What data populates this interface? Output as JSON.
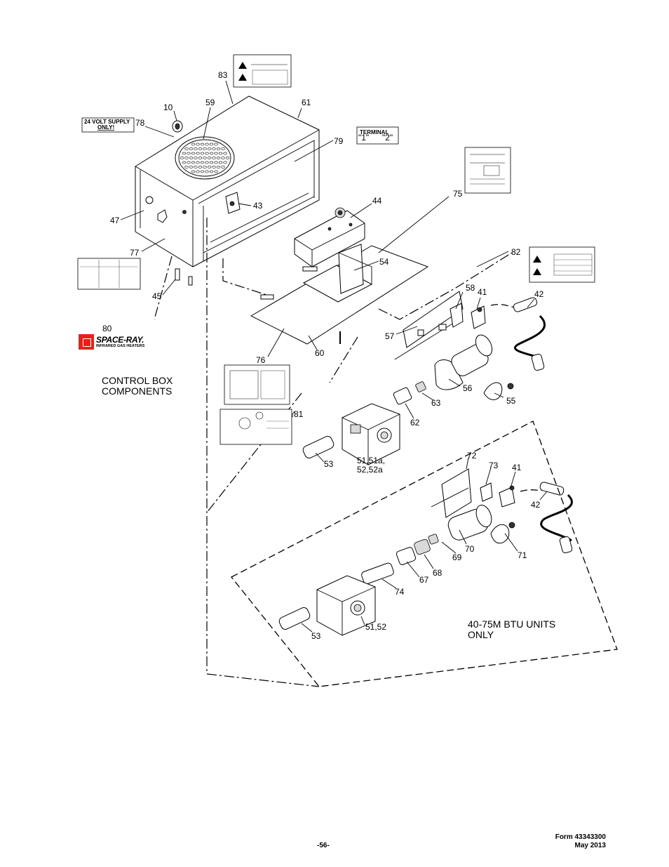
{
  "callouts": {
    "c10": "10",
    "c59": "59",
    "c83": "83",
    "c61": "61",
    "c78": "78",
    "c79": "79",
    "c47": "47",
    "c43": "43",
    "c44": "44",
    "c75": "75",
    "c77": "77",
    "c82": "82",
    "c54": "54",
    "c45": "45",
    "c58": "58",
    "c41a": "41",
    "c42a": "42",
    "c80": "80",
    "c57": "57",
    "c76": "76",
    "c60": "60",
    "c56": "56",
    "c63": "63",
    "c55": "55",
    "c81": "81",
    "c62": "62",
    "c53a": "53",
    "c51a_1": "51,51a,",
    "c51a_2": "52,52a",
    "c72": "72",
    "c73": "73",
    "c41b": "41",
    "c42b": "42",
    "c70": "70",
    "c69": "69",
    "c71": "71",
    "c68": "68",
    "c67": "67",
    "c74": "74",
    "c53b": "53",
    "c5152": "51,52"
  },
  "labels": {
    "volt_line1": "24 VOLT SUPPLY",
    "volt_line2": "ONLY!",
    "terminal_title": "TERMINAL",
    "terminal_1": "\"1\"",
    "terminal_2": "\"2\""
  },
  "brand": {
    "name": "SPACE-RAY.",
    "tagline": "INFRARED GAS HEATERS"
  },
  "sections": {
    "control_box_1": "CONTROL BOX",
    "control_box_2": "COMPONENTS",
    "btu_1": "40-75M BTU UNITS",
    "btu_2": "ONLY"
  },
  "footer": {
    "form": "Form 43343300",
    "date": "May 2013",
    "page": "-56-"
  }
}
